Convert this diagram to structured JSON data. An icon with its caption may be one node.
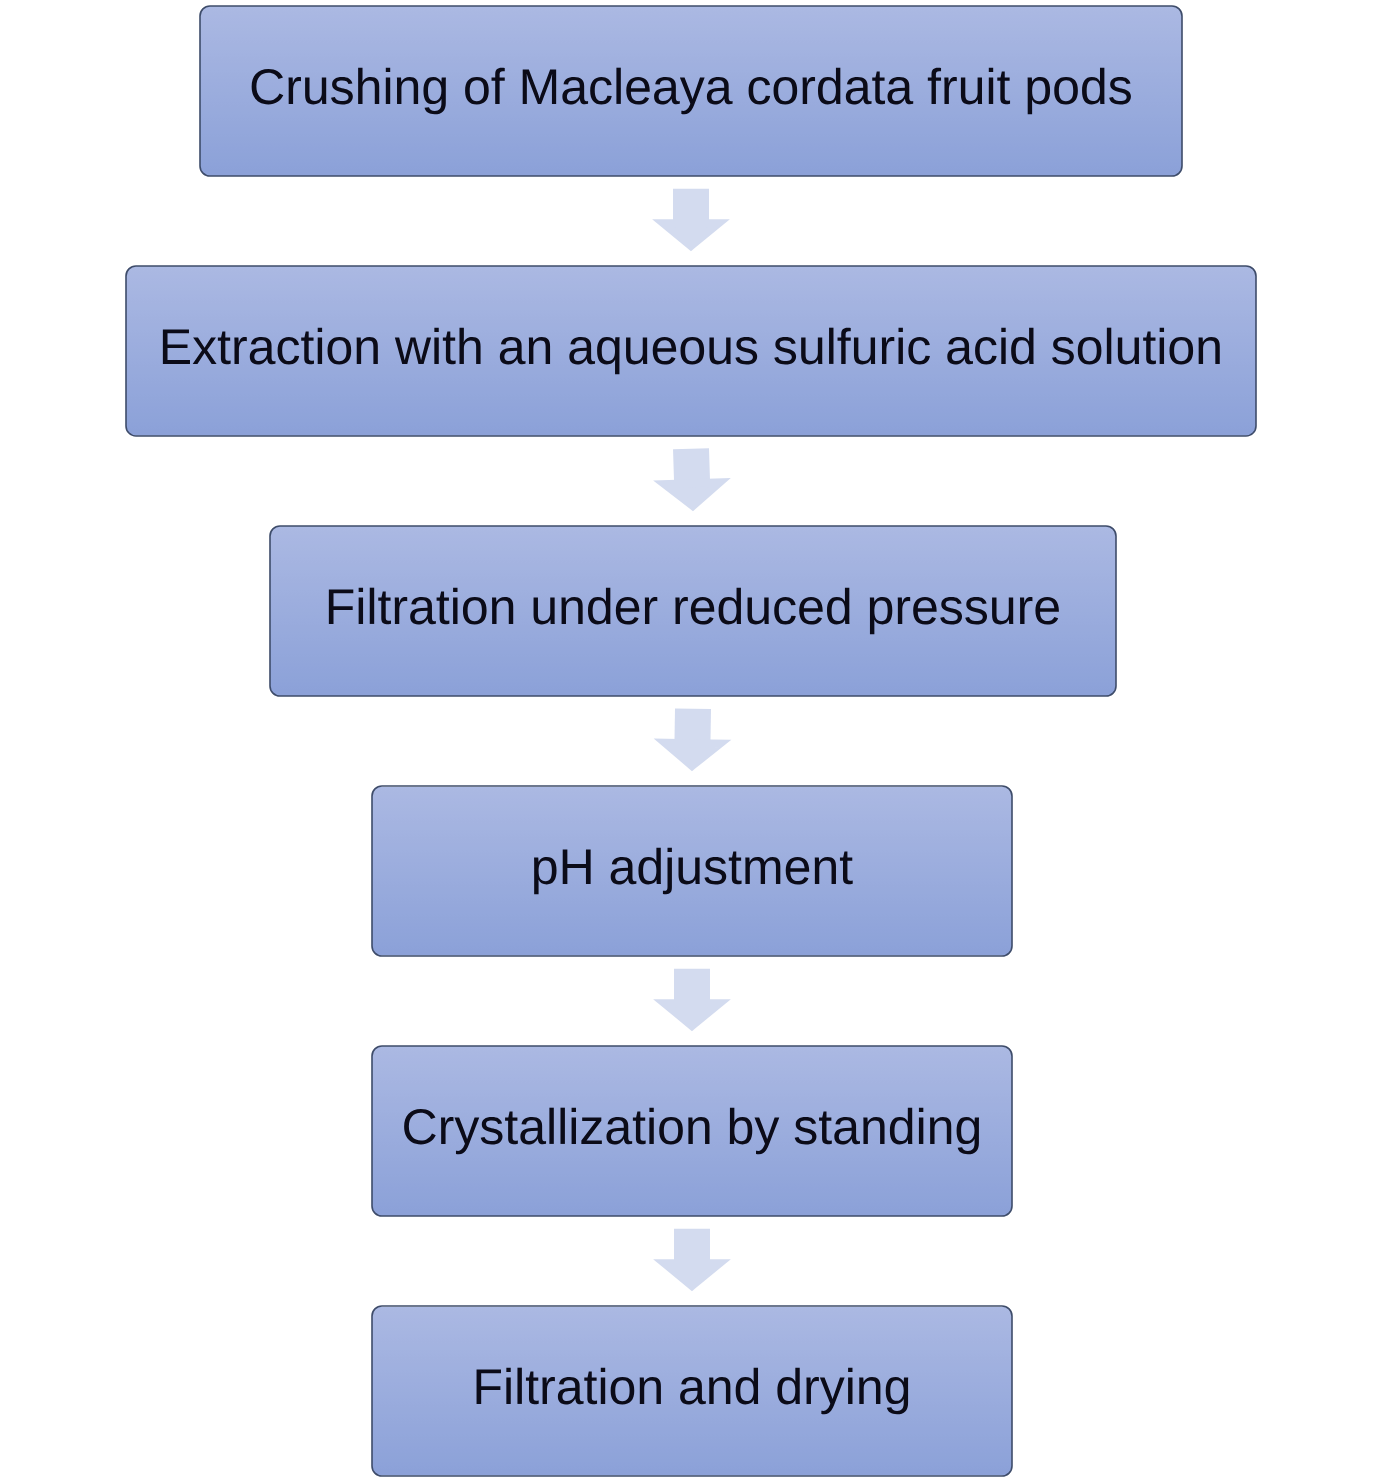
{
  "diagram": {
    "nodes": [
      {
        "text": [
          "Crushing of Macleaya cordata fruit pods"
        ]
      },
      {
        "text": [
          "Extraction with an aqueous sulfuric acid solution"
        ]
      },
      {
        "text": [
          "Filtration under reduced pressure"
        ]
      },
      {
        "text": [
          "pH adjustment"
        ]
      },
      {
        "text": [
          "Crystallization by standing"
        ]
      },
      {
        "text": [
          "Filtration and drying"
        ]
      }
    ],
    "edges": [
      {
        "from": 0,
        "to": 1,
        "arrow": "to"
      },
      {
        "from": 1,
        "to": 2,
        "arrow": "to"
      },
      {
        "from": 2,
        "to": 3,
        "arrow": "to"
      },
      {
        "from": 3,
        "to": 4,
        "arrow": "to"
      },
      {
        "from": 4,
        "to": 5,
        "arrow": "to"
      }
    ]
  }
}
